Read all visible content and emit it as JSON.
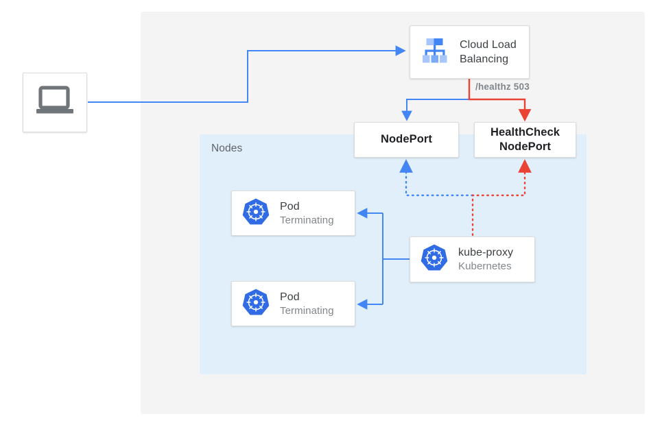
{
  "diagram": {
    "title": "Kubernetes NodePort health check draining diagram",
    "outer_region": {
      "name": "cloud-region"
    },
    "nodes_region": {
      "label": "Nodes"
    },
    "colors": {
      "blue": "#4285f4",
      "red": "#ea4335",
      "kubernetes_blue": "#326ce5",
      "region_gray": "#f4f4f4",
      "nodes_blue": "#e1effb",
      "text_dark": "#3c4043",
      "text_muted": "#80868b"
    },
    "nodes": [
      {
        "id": "client",
        "icon": "laptop-icon",
        "title": "",
        "subtitle": ""
      },
      {
        "id": "cloud-load-balancing",
        "icon": "cloud-load-balancing-icon",
        "title": "Cloud Load",
        "title_line2": "Balancing",
        "subtitle": ""
      },
      {
        "id": "nodeport",
        "icon": "",
        "title": "NodePort",
        "subtitle": ""
      },
      {
        "id": "healthcheck-nodeport",
        "icon": "",
        "title": "HealthCheck",
        "title_line2": "NodePort",
        "subtitle": ""
      },
      {
        "id": "pod-1",
        "icon": "kubernetes-icon",
        "title": "Pod",
        "subtitle": "Terminating"
      },
      {
        "id": "pod-2",
        "icon": "kubernetes-icon",
        "title": "Pod",
        "subtitle": "Terminating"
      },
      {
        "id": "kube-proxy",
        "icon": "kubernetes-icon",
        "title": "kube-proxy",
        "subtitle": "Kubernetes"
      }
    ],
    "edges": [
      {
        "id": "client-to-lb",
        "label": "",
        "color": "#4285f4",
        "style": "solid"
      },
      {
        "id": "lb-to-nodeport",
        "label": "",
        "color": "#4285f4",
        "style": "solid"
      },
      {
        "id": "lb-to-healthcheck",
        "label": "/healthz 503",
        "color": "#ea4335",
        "style": "solid"
      },
      {
        "id": "kubeproxy-to-nodeport",
        "label": "",
        "color": "#4285f4",
        "style": "dotted"
      },
      {
        "id": "kubeproxy-to-healthcheck",
        "label": "",
        "color": "#ea4335",
        "style": "dotted"
      },
      {
        "id": "kubeproxy-to-pods",
        "label": "",
        "color": "#4285f4",
        "style": "solid"
      }
    ]
  }
}
